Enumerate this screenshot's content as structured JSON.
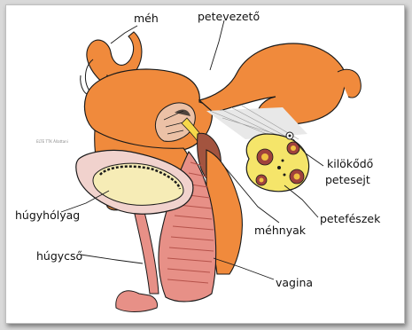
{
  "colors": {
    "tissue": "#f08a3c",
    "tissue_dark": "#c8652a",
    "uterus_lining": "#ecc1a6",
    "cervix": "#a3543f",
    "vagina_pink": "#e79087",
    "bladder": "#f1d2cd",
    "bladder_inner": "#f6ecb6",
    "ovary": "#f5e56a",
    "follicle": "#a0423c",
    "line": "#1a1a1a"
  },
  "labels": {
    "meh": "méh",
    "petevezeto": "petevezető",
    "kilokodo": "kilökődő",
    "petesejt": "petesejt",
    "petefeszek": "petefészek",
    "mehnyak": "méhnyak",
    "hugyholyag": "húgyhólyag",
    "hugycso": "húgycső",
    "vagina": "vagina"
  },
  "credit": "ELTE TTK Állattani"
}
